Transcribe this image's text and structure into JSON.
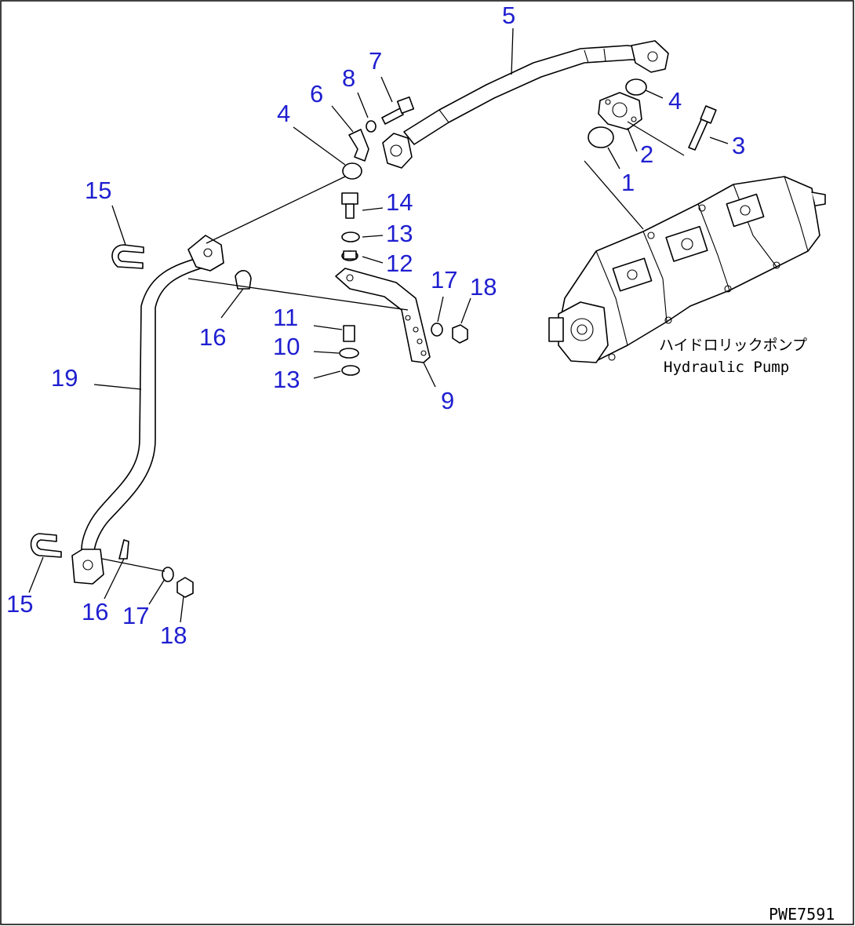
{
  "callouts": {
    "n1": "1",
    "n2": "2",
    "n3": "3",
    "n4a": "4",
    "n4b": "4",
    "n5": "5",
    "n6": "6",
    "n7": "7",
    "n8": "8",
    "n9": "9",
    "n10": "10",
    "n11": "11",
    "n12": "12",
    "n13a": "13",
    "n13b": "13",
    "n14": "14",
    "n15a": "15",
    "n15b": "15",
    "n16a": "16",
    "n16b": "16",
    "n17a": "17",
    "n17b": "17",
    "n18a": "18",
    "n18b": "18",
    "n19": "19"
  },
  "pump_label": {
    "japanese": "ハイドロリックポンプ",
    "english": "Hydraulic Pump"
  },
  "drawing_code": "PWE7591",
  "colors": {
    "callout": "#1f1fd0",
    "line": "#000000",
    "background": "#ffffff"
  }
}
